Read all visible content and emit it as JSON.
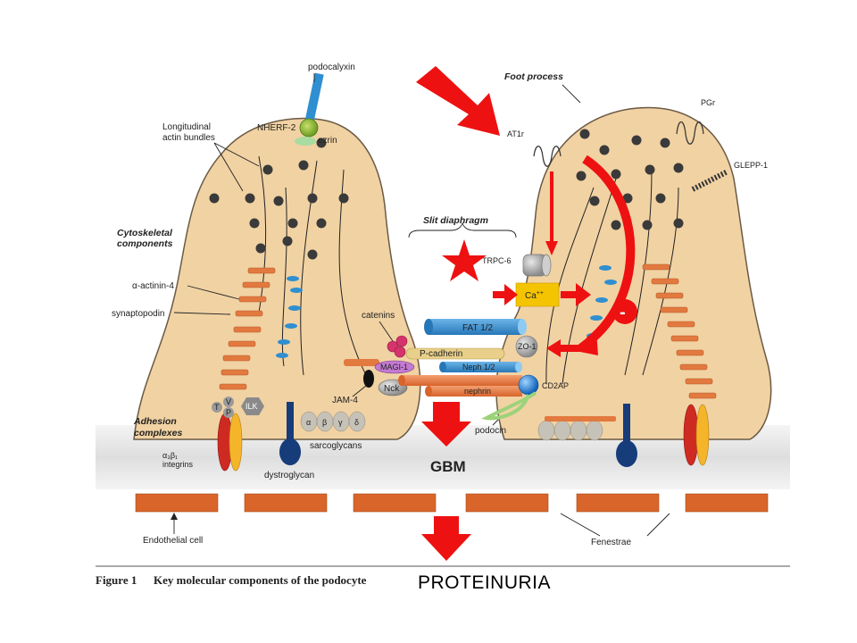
{
  "diagram": {
    "labels": {
      "podocalyxin": "podocalyxin",
      "nherf2": "NHERF-2",
      "ezrin": "ezrin",
      "longitudinal_1": "Longitudinal",
      "longitudinal_2": "actin bundles",
      "cytoskeletal_1": "Cytoskeletal",
      "cytoskeletal_2": "components",
      "actinin": "α-actinin-4",
      "synaptopodin": "synaptopodin",
      "catenins": "catenins",
      "p_cadherin": "P-cadherin",
      "magi1": "MAGI-1",
      "nck": "Nck",
      "jam4": "JAM-4",
      "ilk": "ILK",
      "t": "T",
      "v": "V",
      "p": "P",
      "adhesion_1": "Adhesion",
      "adhesion_2": "complexes",
      "integrins_1": "α₃β₁",
      "integrins_2": "integrins",
      "dystroglycan": "dystroglycan",
      "sarcoglycans": "sarcoglycans",
      "sg_alpha": "α",
      "sg_beta": "β",
      "sg_gamma": "γ",
      "sg_delta": "δ",
      "foot_process": "Foot process",
      "at1r": "AT1r",
      "pgr": "PGr",
      "glepp1": "GLEPP-1",
      "slit_diaphragm": "Slit diaphragm",
      "trpc6": "TRPC-6",
      "ca": "Ca",
      "ca_sup": "++",
      "minus": "-",
      "fat": "FAT 1/2",
      "zo1": "ZO-1",
      "neph": "Neph 1/2",
      "nephrin": "nephrin",
      "cd2ap": "CD2AP",
      "podocin": "podocin",
      "gbm": "GBM",
      "endothelial": "Endothelial cell",
      "fenestrae": "Fenestrae"
    },
    "caption": {
      "figure": "Figure 1",
      "title": "Key molecular components of the podocyte"
    },
    "outcome": "PROTEINURIA",
    "colors": {
      "cell": "#f1d2a3",
      "cell_outline": "#6b5a45",
      "actin_dot": "#3a3a3a",
      "orange_bar": "#e2793f",
      "blue_dash": "#2f8fd0",
      "red_arrow": "#ee1111",
      "gbm_band": "#e6e6e6",
      "dark_blue": "#163c7a",
      "yellow_box": "#f5c400"
    }
  }
}
